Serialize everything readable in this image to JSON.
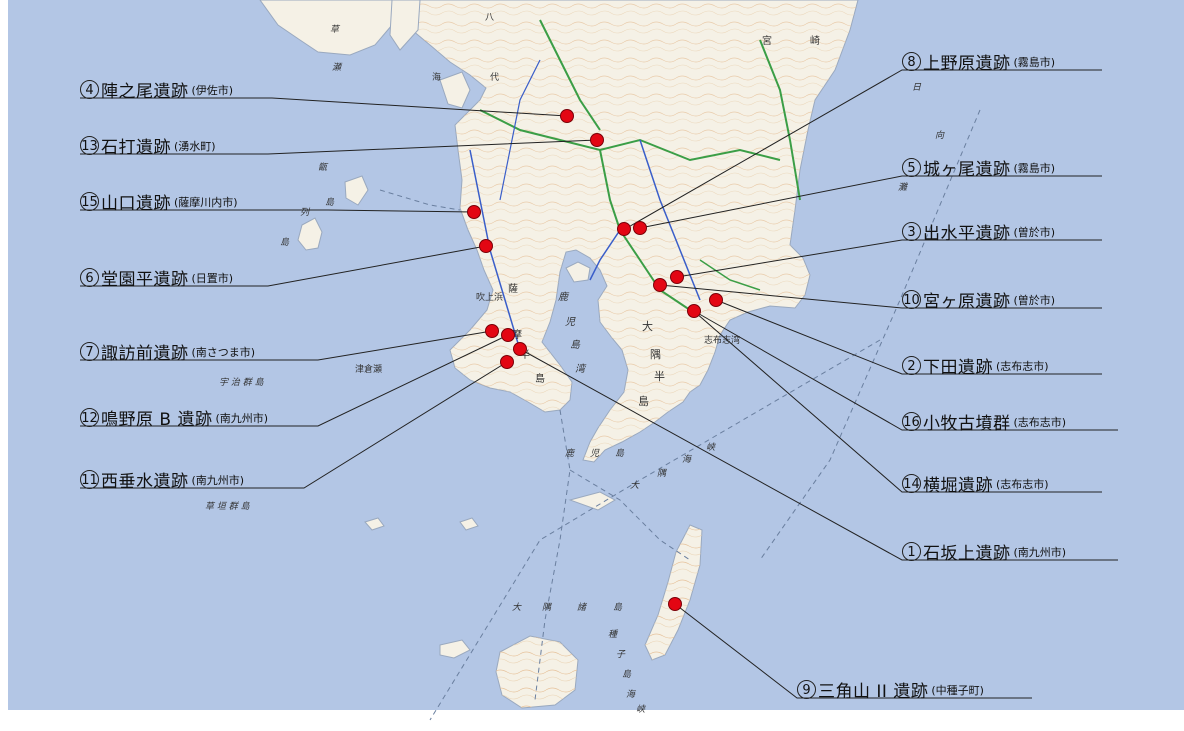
{
  "colors": {
    "sea": "#b3c6e5",
    "land": "#f5f1e6",
    "marker": "#e30613",
    "road_green": "#3b9e46",
    "road_blue": "#3a5ec9",
    "contour": "#e0b58a"
  },
  "map_labels": {
    "miyazaki_1": "宮",
    "miyazaki_2": "崎",
    "hi": "日",
    "muka": "向",
    "nada": "灘",
    "yatsu_1": "八",
    "yatsu_2": "代",
    "umi": "海",
    "ku": "草",
    "se": "瀬",
    "koshiki_1": "甑",
    "koshiki_2": "島",
    "koshiki_3": "列",
    "koshiki_4": "島",
    "fukiage": "吹上浜",
    "satsuma_1": "薩",
    "satsuma_2": "摩",
    "satsuma_3": "半",
    "satsuma_4": "島",
    "kagoshima_bay_1": "鹿",
    "kagoshima_bay_2": "児",
    "kagoshima_bay_3": "島",
    "kagoshima_bay_4": "湾",
    "osumi_1": "大",
    "osumi_2": "隅",
    "osumi_3": "半",
    "osumi_4": "島",
    "shibushi_bay": "志布志湾",
    "tsukura": "津倉瀬",
    "uji": "宇 治 群 島",
    "kusagaki": "草 垣 群 島",
    "kagoshima_label_1": "鹿",
    "kagoshima_label_2": "児",
    "kagoshima_label_3": "島",
    "osumi_strait_1": "大",
    "osumi_strait_2": "隅",
    "osumi_strait_3": "海",
    "osumi_strait_4": "峡",
    "osumi_islands_1": "大",
    "osumi_islands_2": "隅",
    "osumi_islands_3": "諸",
    "osumi_islands_4": "島",
    "tanegashima_1": "種",
    "tanegashima_2": "子",
    "tanegashima_3": "島",
    "tanegashima_4": "海",
    "tanegashima_5": "峡"
  },
  "sites": [
    {
      "num": "4",
      "name": "陣之尾遺跡",
      "city": "(伊佐市)"
    },
    {
      "num": "13",
      "name": "石打遺跡",
      "city": "(湧水町)"
    },
    {
      "num": "15",
      "name": "山口遺跡",
      "city": "(薩摩川内市)"
    },
    {
      "num": "6",
      "name": "堂園平遺跡",
      "city": "(日置市)"
    },
    {
      "num": "7",
      "name": "諏訪前遺跡",
      "city": "(南さつま市)"
    },
    {
      "num": "12",
      "name": "鳴野原 B 遺跡",
      "city": "(南九州市)"
    },
    {
      "num": "11",
      "name": "西垂水遺跡",
      "city": "(南九州市)"
    },
    {
      "num": "8",
      "name": "上野原遺跡",
      "city": "(霧島市)"
    },
    {
      "num": "5",
      "name": "城ヶ尾遺跡",
      "city": "(霧島市)"
    },
    {
      "num": "3",
      "name": "出水平遺跡",
      "city": "(曽於市)"
    },
    {
      "num": "10",
      "name": "宮ヶ原遺跡",
      "city": "(曽於市)"
    },
    {
      "num": "2",
      "name": "下田遺跡",
      "city": "(志布志市)"
    },
    {
      "num": "16",
      "name": "小牧古墳群",
      "city": "(志布志市)"
    },
    {
      "num": "14",
      "name": "横堀遺跡",
      "city": "(志布志市)"
    },
    {
      "num": "1",
      "name": "石坂上遺跡",
      "city": "(南九州市)"
    },
    {
      "num": "9",
      "name": "三角山 II 遺跡",
      "city": "(中種子町)"
    }
  ]
}
